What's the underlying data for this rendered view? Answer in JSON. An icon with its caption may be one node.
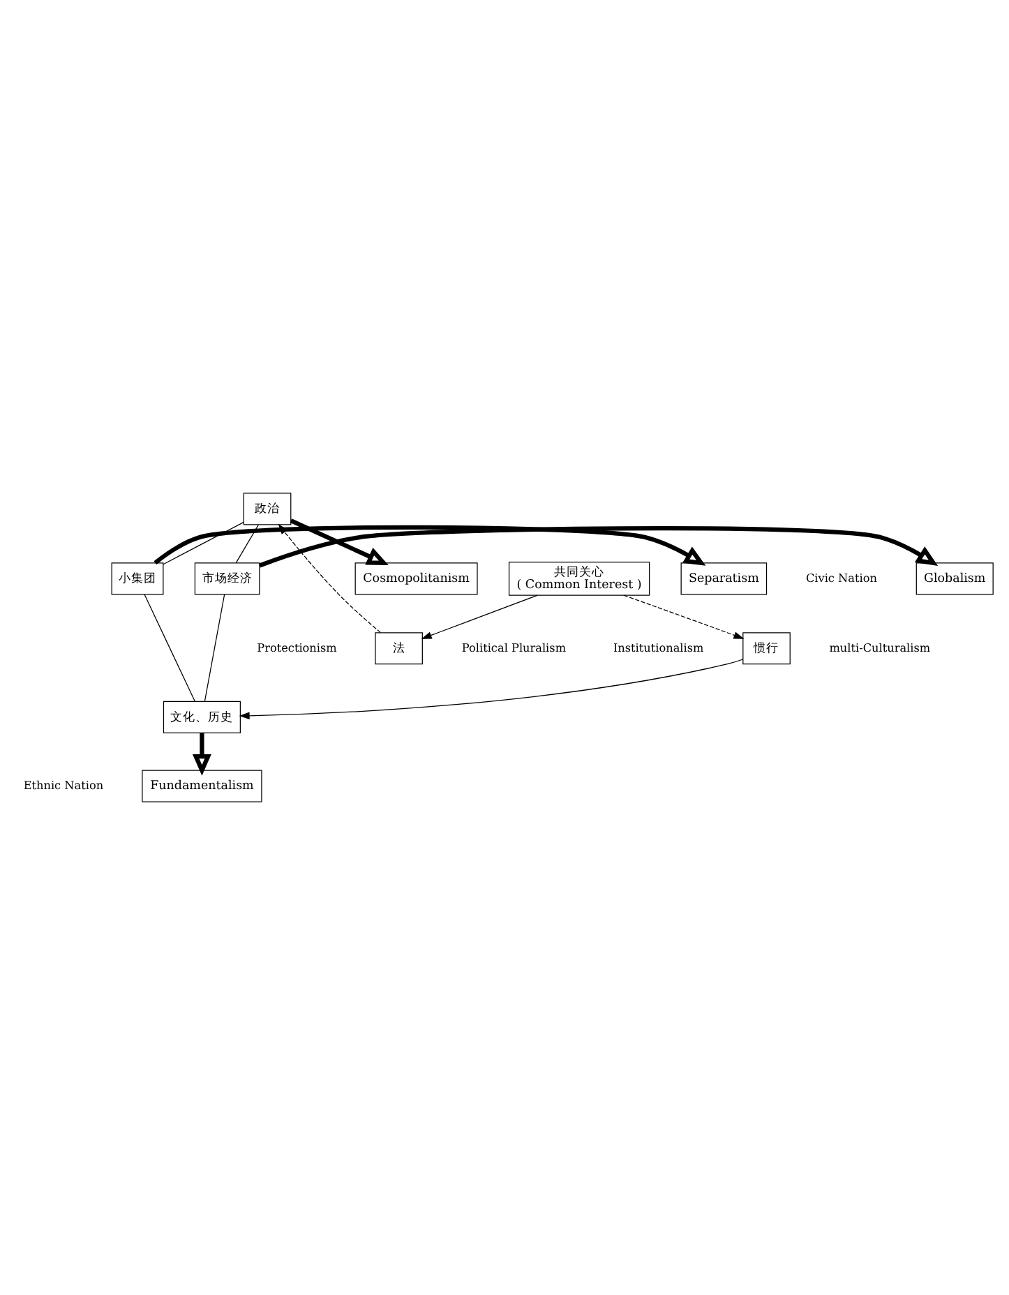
{
  "diagram": {
    "nodes": [
      {
        "text": [
          "Cosmopolitanism"
        ]
      },
      {
        "text": [
          "政治"
        ]
      },
      {
        "text": [
          "法"
        ]
      },
      {
        "text": [
          "市场经济"
        ]
      },
      {
        "text": [
          "共同关心",
          "( Common Interest )"
        ]
      },
      {
        "text": [
          "小集团"
        ]
      },
      {
        "text": [
          "Globalism"
        ]
      },
      {
        "text": [
          "Separatism"
        ]
      },
      {
        "text": [
          "惯行"
        ]
      },
      {
        "text": [
          "文化、历史"
        ]
      },
      {
        "text": [
          "Fundamentalism"
        ]
      }
    ],
    "edges": [
      {
        "from": 1,
        "to": 0,
        "arrow": "to",
        "style": "thick"
      },
      {
        "from": 2,
        "to": 1,
        "arrow": "to",
        "style": "dashed"
      },
      {
        "from": 4,
        "to": 2,
        "arrow": "to"
      },
      {
        "from": 1,
        "to": 3,
        "arrow": "none"
      },
      {
        "from": 1,
        "to": 5,
        "arrow": "none"
      },
      {
        "from": 3,
        "to": 6,
        "arrow": "to",
        "style": "thick"
      },
      {
        "from": 5,
        "to": 7,
        "arrow": "to",
        "style": "thick"
      },
      {
        "from": 4,
        "to": 8,
        "arrow": "to",
        "style": "dashed"
      },
      {
        "from": 8,
        "to": 9,
        "arrow": "to"
      },
      {
        "from": 3,
        "to": 9,
        "arrow": "none"
      },
      {
        "from": 5,
        "to": 9,
        "arrow": "none"
      },
      {
        "from": 9,
        "to": 10,
        "arrow": "to",
        "style": "thick"
      }
    ],
    "labels": [
      "Civic Nation",
      "Protectionism",
      "Political Pluralism",
      "Institutionalism",
      "multi-Culturalism",
      "Ethnic Nation"
    ]
  }
}
